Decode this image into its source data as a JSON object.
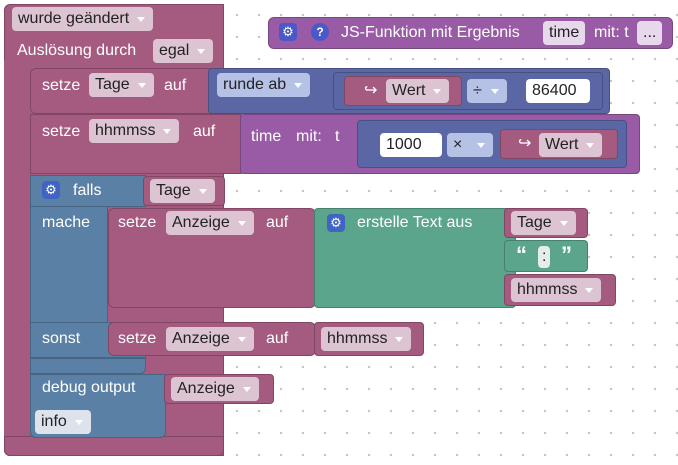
{
  "trigger": {
    "changed_label": "wurde geändert",
    "triggered_by_label": "Auslösung durch",
    "triggered_by_value": "egal"
  },
  "js_function": {
    "gear_icon": "⚙",
    "help_icon": "?",
    "label": "JS-Funktion mit Ergebnis",
    "param": "time",
    "with_label": "mit: t",
    "more": "..."
  },
  "set_tage": {
    "set_label": "setze",
    "var": "Tage",
    "to_label": "auf",
    "op": "runde ab",
    "arrow": "↪",
    "value_label": "Wert",
    "divide": "÷",
    "number": "86400"
  },
  "set_hhmmss": {
    "set_label": "setze",
    "var": "hhmmss",
    "to_label": "auf",
    "func": "time",
    "with_label": "mit:",
    "param": "t",
    "number": "1000",
    "multiply": "×",
    "arrow": "↪",
    "value_label": "Wert"
  },
  "if_block": {
    "if_label": "falls",
    "condition": "Tage",
    "do_label": "mache",
    "else_label": "sonst"
  },
  "set_anzeige_1": {
    "set_label": "setze",
    "var": "Anzeige",
    "to_label": "auf",
    "create_text_label": "erstelle Text aus",
    "item1": "Tage",
    "quote_open": "“",
    "text": ":",
    "quote_close": "”",
    "item3": "hhmmss"
  },
  "set_anzeige_2": {
    "set_label": "setze",
    "var": "Anzeige",
    "to_label": "auf",
    "value": "hhmmss"
  },
  "debug": {
    "label": "debug output",
    "var": "Anzeige",
    "level": "info"
  },
  "colors": {
    "event": "#a55b80",
    "variable": "#a55b80",
    "math": "#5b67a5",
    "function": "#995ba5",
    "logic": "#5b80a5",
    "text": "#5ba58c"
  }
}
